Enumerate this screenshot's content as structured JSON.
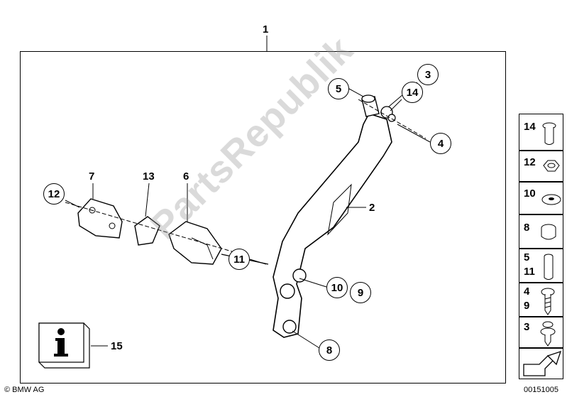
{
  "title_number": "1",
  "watermark": "PartsRepublik",
  "callouts": {
    "c2": "2",
    "c3": "3",
    "c4": "4",
    "c5": "5",
    "c6": "6",
    "c7": "7",
    "c8": "8",
    "c9": "9",
    "c10": "10",
    "c11": "11",
    "c12": "12",
    "c13": "13",
    "c14": "14",
    "c15": "15"
  },
  "legend": [
    {
      "line1": "14",
      "line2": "",
      "icon": "sleeve-icon"
    },
    {
      "line1": "12",
      "line2": "",
      "icon": "nut-icon"
    },
    {
      "line1": "10",
      "line2": "",
      "icon": "washer-icon"
    },
    {
      "line1": "8",
      "line2": "",
      "icon": "bushing-icon"
    },
    {
      "line1": "5",
      "line2": "11",
      "icon": "bolt-icon"
    },
    {
      "line1": "4",
      "line2": "9",
      "icon": "screw-icon"
    },
    {
      "line1": "3",
      "line2": "",
      "icon": "collar-screw-icon"
    },
    {
      "line1": "",
      "line2": "",
      "icon": "arrow-icon"
    }
  ],
  "footer": {
    "copyright": "© BMW AG",
    "diagram_id": "00151005"
  },
  "colors": {
    "line": "#000000",
    "fill": "#ffffff",
    "watermark": "#969696"
  }
}
